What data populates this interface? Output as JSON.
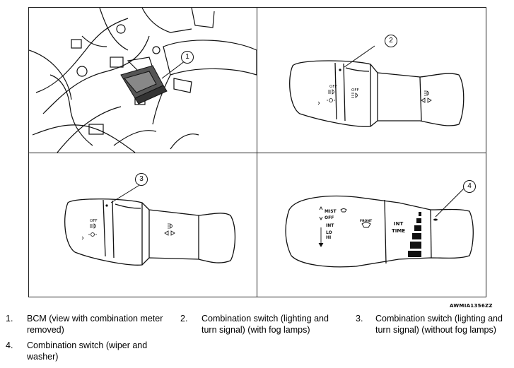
{
  "callouts": {
    "c1": "1",
    "c2": "2",
    "c3": "3",
    "c4": "4"
  },
  "panels": {
    "lighting_fog": {
      "off_left": "OFF",
      "off_right": "OFF"
    },
    "lighting_nofog": {
      "off": "OFF"
    },
    "wiper": {
      "mist": "MIST",
      "off": "OFF",
      "int": "INT",
      "lo": "LO",
      "hi": "HI",
      "front": "FRONT",
      "int_big": "INT",
      "time": "TIME"
    }
  },
  "figure_code": "AWMIA1356ZZ",
  "legend": [
    {
      "num": "1.",
      "text": "BCM (view with combination meter removed)"
    },
    {
      "num": "2.",
      "text": "Combination switch (lighting and turn signal) (with fog lamps)"
    },
    {
      "num": "3.",
      "text": "Combination switch (lighting and turn signal) (without fog lamps)"
    },
    {
      "num": "4.",
      "text": "Combination switch (wiper and washer)"
    }
  ]
}
